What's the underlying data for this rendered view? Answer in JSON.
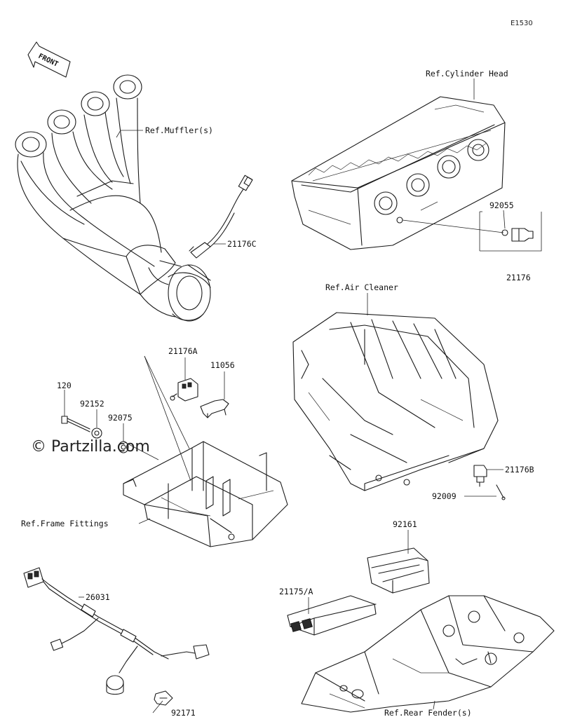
{
  "diagram_code": "E1530",
  "front_label": "FRONT",
  "watermark": "© Partzilla.com",
  "labels": {
    "ref_cylinder_head": "Ref.Cylinder Head",
    "ref_mufflers": "Ref.Muffler(s)",
    "p21176c": "21176C",
    "p92055": "92055",
    "p21176": "21176",
    "ref_air_cleaner": "Ref.Air Cleaner",
    "p21176a": "21176A",
    "p11056": "11056",
    "p120": "120",
    "p92152": "92152",
    "p92075": "92075",
    "p21176b": "21176B",
    "p92009": "92009",
    "ref_frame_fittings": "Ref.Frame Fittings",
    "p92161": "92161",
    "p26031": "26031",
    "p21175a": "21175/A",
    "p92171": "92171",
    "ref_rear_fenders": "Ref.Rear Fender(s)"
  }
}
